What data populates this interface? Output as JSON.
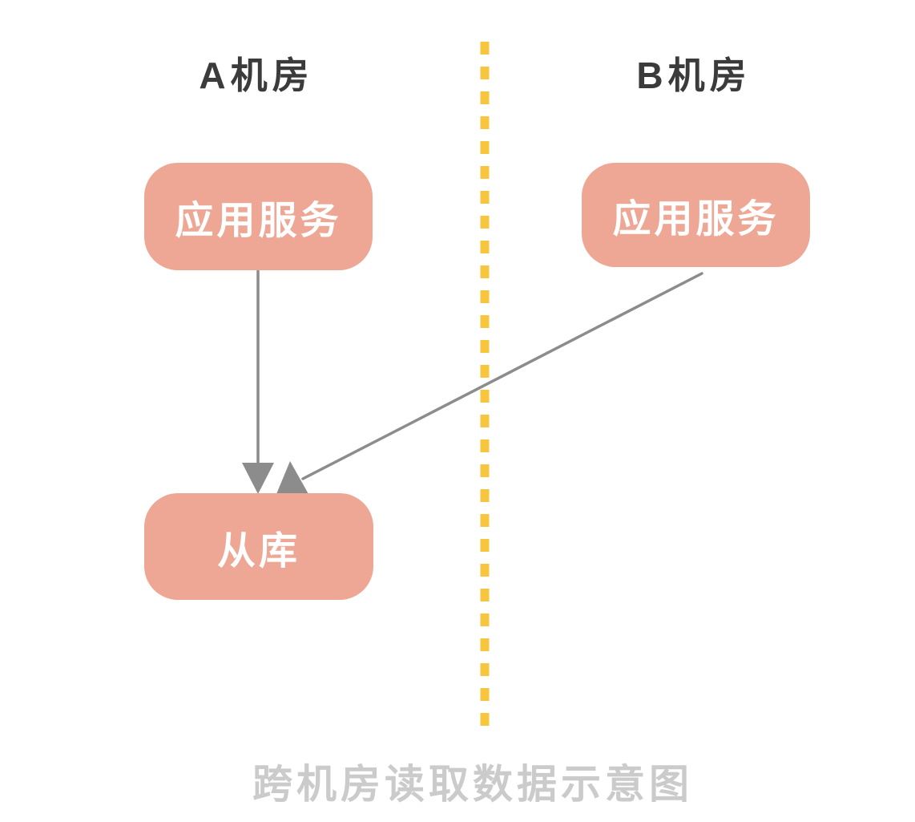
{
  "diagram": {
    "caption": "跨机房读取数据示意图",
    "zones": [
      {
        "id": "zone-a",
        "label": "A机房"
      },
      {
        "id": "zone-b",
        "label": "B机房"
      }
    ],
    "nodes": [
      {
        "id": "app-service-a",
        "zone": "zone-a",
        "label": "应用服务"
      },
      {
        "id": "app-service-b",
        "zone": "zone-b",
        "label": "应用服务"
      },
      {
        "id": "slave-db",
        "zone": "zone-a",
        "label": "从库"
      }
    ],
    "edges": [
      {
        "from": "app-service-a",
        "to": "slave-db",
        "style": "arrow"
      },
      {
        "from": "app-service-b",
        "to": "slave-db",
        "style": "arrow",
        "note": "crosses zone divider"
      }
    ],
    "colors": {
      "node_fill": "#EEA794",
      "node_text": "#FFFFFF",
      "divider": "#F8C63E",
      "arrow": "#8C8C8C",
      "zone_label": "#3B3B3B",
      "caption": "#CBCBCB",
      "bg": "#FFFFFF"
    }
  }
}
